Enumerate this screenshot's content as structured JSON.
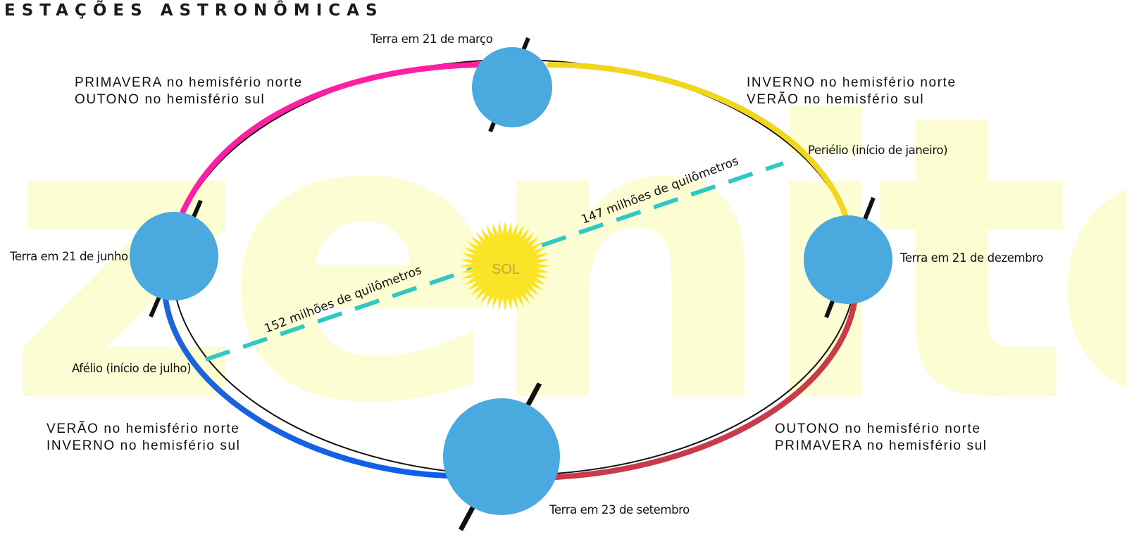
{
  "title": "ESTAÇÕES ASTRONÔMICAS",
  "watermark": "zenite.nu",
  "sun_label": "SOL",
  "seasons": {
    "top_left": [
      "PRIMAVERA no hemisfério norte",
      "OUTONO no hemisfério sul"
    ],
    "top_right": [
      "INVERNO no hemisfério norte",
      "VERÃO no hemisfério sul"
    ],
    "bottom_left": [
      "VERÃO no hemisfério norte",
      "INVERNO no hemisfério sul"
    ],
    "bottom_right": [
      "OUTONO no hemisfério norte",
      "PRIMAVERA no hemisfério sul"
    ]
  },
  "earth_positions": {
    "march": "Terra em 21 de março",
    "june": "Terra em 21 de junho",
    "september": "Terra em 23 de setembro",
    "december": "Terra em 21 de dezembro"
  },
  "orbit_points": {
    "perihelion": "Periélio (início de janeiro)",
    "aphelion": "Afélio (início de julho)"
  },
  "distances": {
    "perihelion": "147 milhões de quilômetros",
    "aphelion": "152 milhões de quilômetros"
  },
  "colors": {
    "earth": "#4aa9de",
    "sun": "#fbe325",
    "sun_label": "#b9a84a",
    "distance_line": "#2ec9c1",
    "orbit_spring": "#ff1fa2",
    "orbit_winter": "#f2d51d",
    "orbit_autumn": "#c93b4b",
    "orbit_summer": "#0b5ff0",
    "axis": "#111111",
    "watermark": "#fdfdd3"
  }
}
